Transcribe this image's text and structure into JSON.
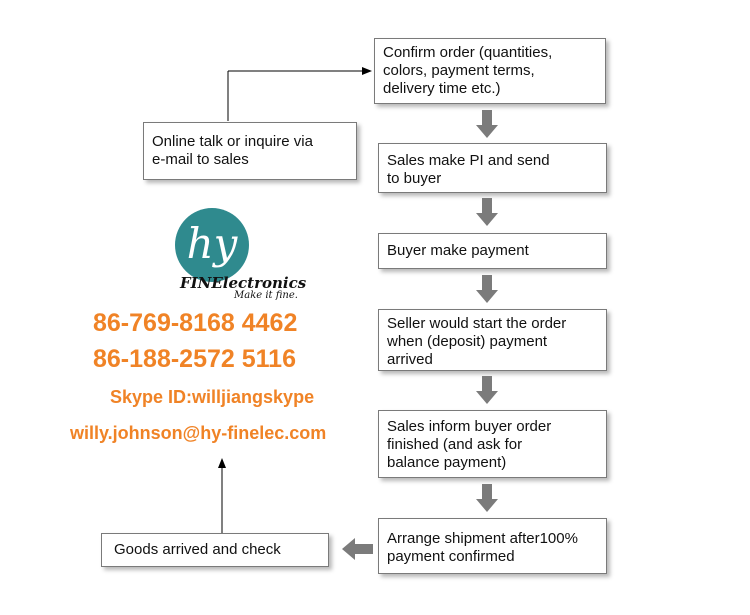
{
  "flow": {
    "online_talk": "Online talk or inquire via\ne-mail to sales",
    "confirm_order": "Confirm order (quantities,\ncolors, payment terms,\ndelivery time etc.)",
    "sales_pi": "Sales make PI and send\nto buyer",
    "buyer_payment": "Buyer make payment",
    "seller_start": "Seller would start the order\nwhen (deposit) payment\narrived",
    "sales_inform": "Sales inform buyer order\nfinished (and ask for\nbalance payment)",
    "arrange_shipment": "Arrange shipment after100%\npayment confirmed",
    "goods_arrived": "Goods arrived and check"
  },
  "brand": {
    "logo_letters": "hy",
    "name": "FINElectronics",
    "slogan": "Make it fine."
  },
  "contact": {
    "phone1": "86-769-8168 4462",
    "phone2": "86-188-2572 5116",
    "skype": "Skype ID:willjiangskype",
    "email": "willy.johnson@hy-finelec.com"
  },
  "colors": {
    "contact_orange": "#f08326",
    "logo_teal": "#2f8a8e",
    "arrow_gray": "#7b7b7b"
  }
}
